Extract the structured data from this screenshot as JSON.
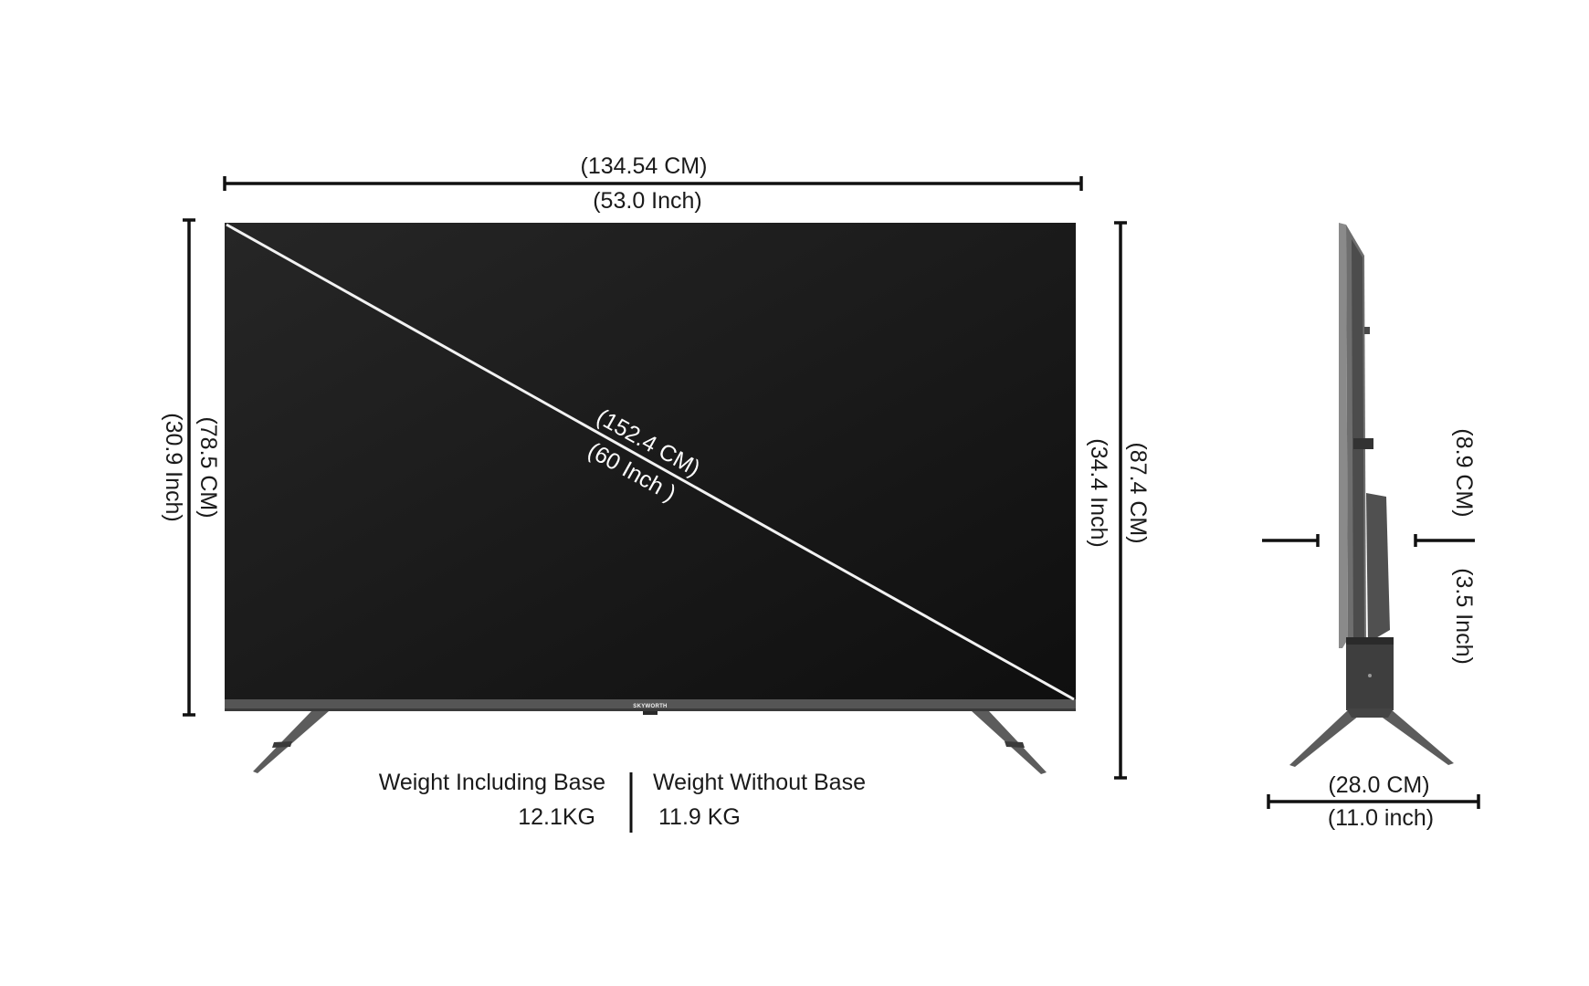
{
  "brand": "SKYWORTH",
  "front_view": {
    "width_cm": "(134.54 CM)",
    "width_inch": "(53.0 Inch)",
    "panel_height_cm": "(78.5  CM)",
    "panel_height_inch": "(30.9 Inch)",
    "total_height_cm": "(87.4  CM)",
    "total_height_inch": "(34.4 Inch)",
    "diagonal_cm": "(152.4 CM)",
    "diagonal_inch": "(60 Inch )"
  },
  "side_view": {
    "depth_cm": "(8.9  CM)",
    "depth_inch": "(3.5 Inch)",
    "stand_depth_cm": "(28.0  CM)",
    "stand_depth_inch": "(11.0 inch)"
  },
  "weight": {
    "including_base_label": "Weight Including Base",
    "including_base_value": "12.1KG",
    "without_base_label": "Weight Without Base",
    "without_base_value": "11.9  KG"
  },
  "colors": {
    "screen": "#141414",
    "frame": "#5a5a5a",
    "dimension_line": "#111111",
    "diagonal_line": "#f2f2f2"
  }
}
